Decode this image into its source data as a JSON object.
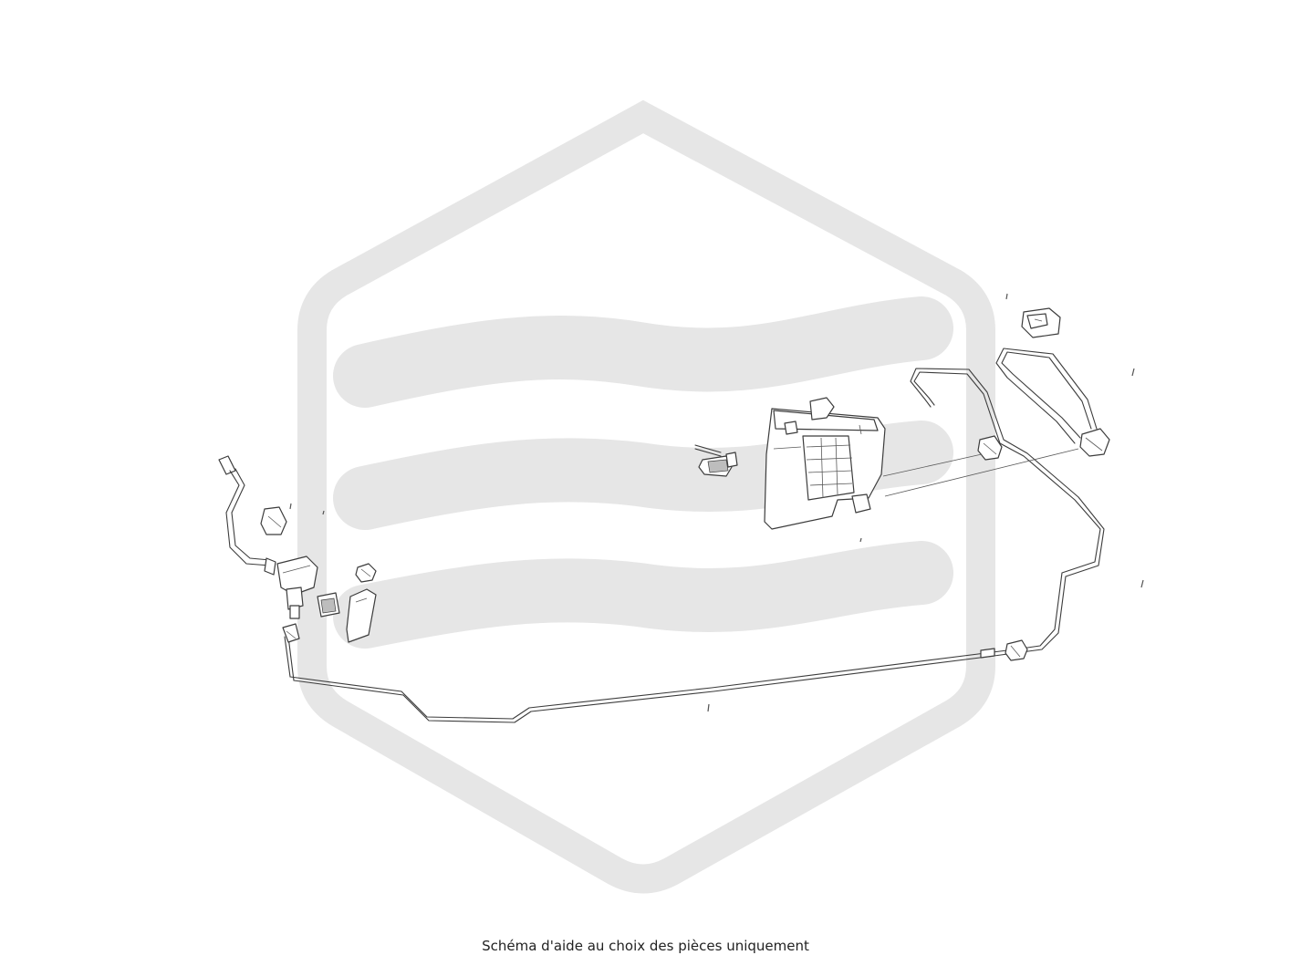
{
  "caption": "Schéma d'aide au choix des pièces uniquement",
  "colors": {
    "background": "#ffffff",
    "watermark": "#e6e6e6",
    "line_art": "#3c3c3c",
    "caption_text": "#222222"
  },
  "watermark": {
    "shape": "hexagon with three wave bands"
  },
  "diagram": {
    "parts": [
      "left hose with connector",
      "purge valve",
      "heat shield",
      "clip",
      "nut",
      "fuel vapor line",
      "small hose assembly",
      "charcoal canister",
      "canister vent hose",
      "bracket",
      "filter connector"
    ]
  }
}
